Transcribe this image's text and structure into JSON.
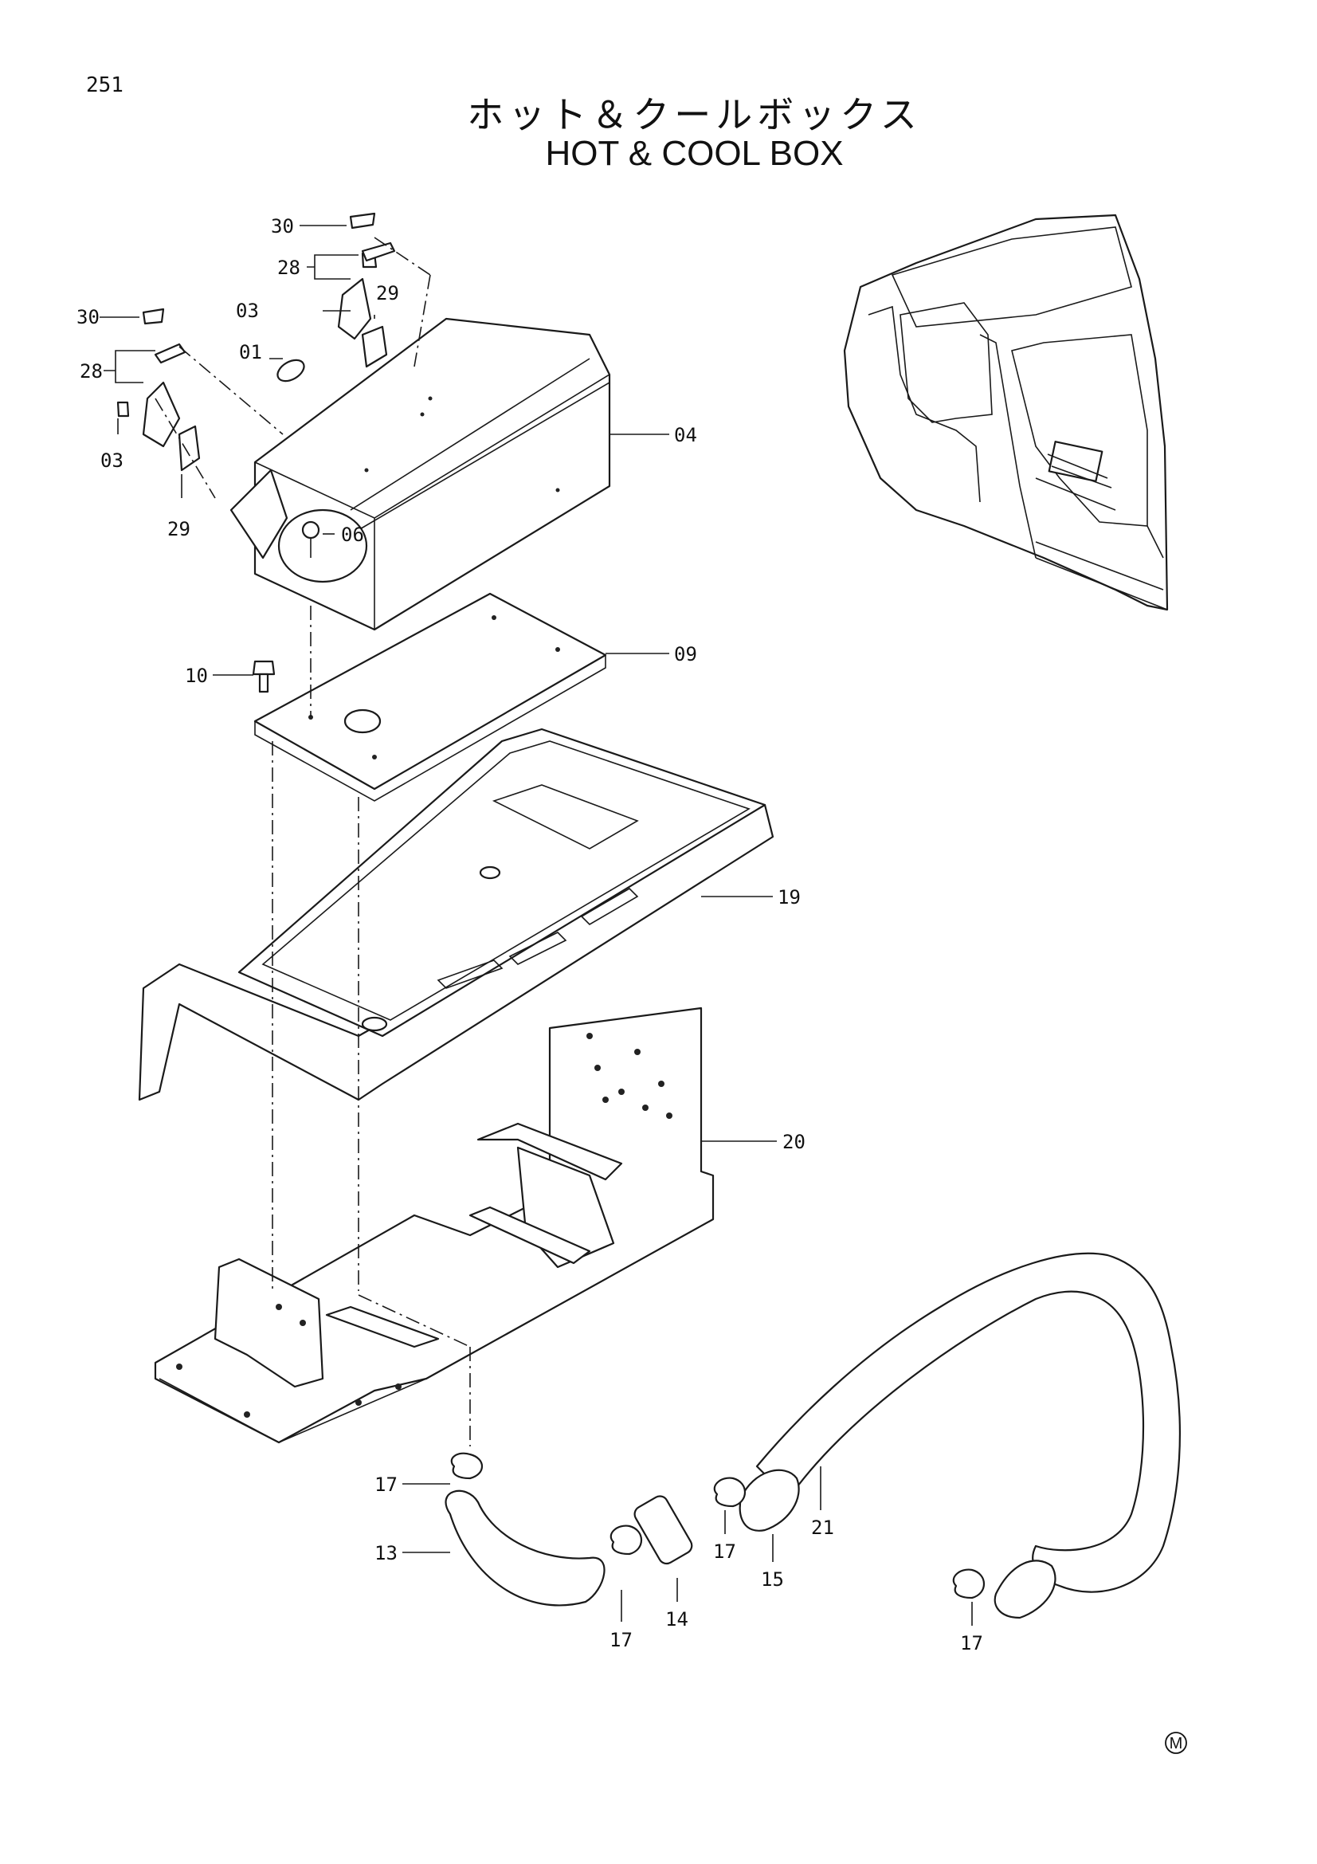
{
  "page_number": "251",
  "title_jp": "ホット＆クールボックス",
  "title_en": "HOT & COOL  BOX",
  "callouts": {
    "c30a": "30",
    "c28a": "28",
    "c03a": "03",
    "c29a": "29",
    "c01": "01",
    "c30b": "30",
    "c28b": "28",
    "c03b": "03",
    "c29b": "29",
    "c04": "04",
    "c06": "06",
    "c09": "09",
    "c10": "10",
    "c19": "19",
    "c20": "20",
    "c17a": "17",
    "c13": "13",
    "c17b": "17",
    "c14": "14",
    "c17c": "17",
    "c15": "15",
    "c21": "21",
    "c17d": "17"
  },
  "corner_mark": "M"
}
